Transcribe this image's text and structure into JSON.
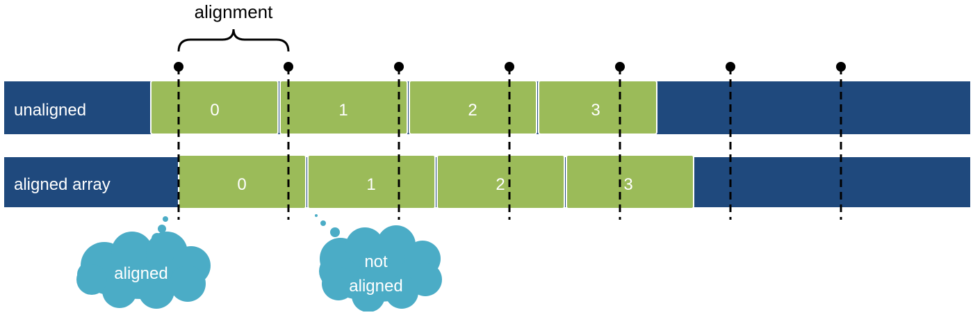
{
  "diagram": {
    "alignment_label": "alignment",
    "colors": {
      "row_background": "#1f497d",
      "element": "#9bbb59",
      "element_border": "#ffffff",
      "cloud": "#4bacc6",
      "guide": "#000000"
    },
    "rows": [
      {
        "label": "unaligned",
        "elements": [
          "0",
          "1",
          "2",
          "3"
        ]
      },
      {
        "label": "aligned array",
        "elements": [
          "0",
          "1",
          "2",
          "3"
        ]
      }
    ],
    "boundary_count": 7,
    "clouds": [
      {
        "lines": [
          "aligned"
        ]
      },
      {
        "lines": [
          "not",
          "aligned"
        ]
      }
    ]
  }
}
